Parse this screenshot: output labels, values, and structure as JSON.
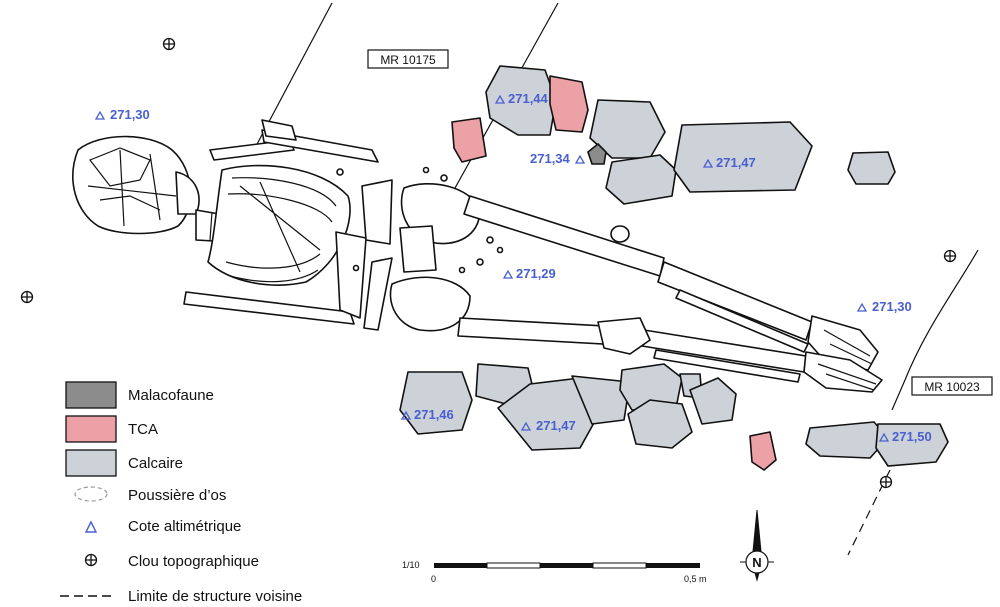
{
  "walls": [
    {
      "id": "mr10175",
      "label": "MR 10175"
    },
    {
      "id": "mr10023",
      "label": "MR 10023"
    }
  ],
  "altitudes": [
    "271,30",
    "271,44",
    "271,34",
    "271,47",
    "271,29",
    "271,30",
    "271,46",
    "271,47",
    "271,50"
  ],
  "legend": {
    "malacofaune": "Malacofaune",
    "tca": "TCA",
    "calcaire": "Calcaire",
    "poussiere": "Poussière d’os",
    "cote": "Cote altimétrique",
    "clou": "Clou topographique",
    "limite": "Limite de structure voisine"
  },
  "scale": {
    "ratio": "1/10",
    "start": "0",
    "end": "0,5 m"
  },
  "north": "N",
  "colors": {
    "calcaire": "#ccd2d8",
    "tca": "#eca1a7",
    "malacofaune": "#8c8c8c",
    "altitude": "#4a5fd0"
  }
}
